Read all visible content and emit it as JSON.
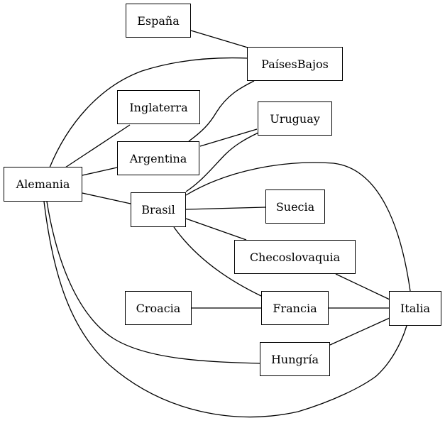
{
  "diagram": {
    "nodes": [
      {
        "id": "espana",
        "label": "España"
      },
      {
        "id": "paisesbajos",
        "label": "PaísesBajos"
      },
      {
        "id": "inglaterra",
        "label": "Inglaterra"
      },
      {
        "id": "uruguay",
        "label": "Uruguay"
      },
      {
        "id": "alemania",
        "label": "Alemania"
      },
      {
        "id": "argentina",
        "label": "Argentina"
      },
      {
        "id": "brasil",
        "label": "Brasil"
      },
      {
        "id": "suecia",
        "label": "Suecia"
      },
      {
        "id": "checoslovaquia",
        "label": "Checoslovaquia"
      },
      {
        "id": "croacia",
        "label": "Croacia"
      },
      {
        "id": "francia",
        "label": "Francia"
      },
      {
        "id": "italia",
        "label": "Italia"
      },
      {
        "id": "hungria",
        "label": "Hungría"
      }
    ],
    "edges": [
      {
        "from": "espana",
        "to": "paisesbajos"
      },
      {
        "from": "alemania",
        "to": "paisesbajos"
      },
      {
        "from": "alemania",
        "to": "inglaterra"
      },
      {
        "from": "alemania",
        "to": "argentina"
      },
      {
        "from": "alemania",
        "to": "brasil"
      },
      {
        "from": "alemania",
        "to": "hungria"
      },
      {
        "from": "alemania",
        "to": "italia"
      },
      {
        "from": "argentina",
        "to": "paisesbajos"
      },
      {
        "from": "argentina",
        "to": "uruguay"
      },
      {
        "from": "brasil",
        "to": "uruguay"
      },
      {
        "from": "brasil",
        "to": "italia"
      },
      {
        "from": "brasil",
        "to": "suecia"
      },
      {
        "from": "brasil",
        "to": "checoslovaquia"
      },
      {
        "from": "brasil",
        "to": "francia"
      },
      {
        "from": "checoslovaquia",
        "to": "italia"
      },
      {
        "from": "croacia",
        "to": "francia"
      },
      {
        "from": "francia",
        "to": "italia"
      },
      {
        "from": "hungria",
        "to": "italia"
      }
    ]
  }
}
